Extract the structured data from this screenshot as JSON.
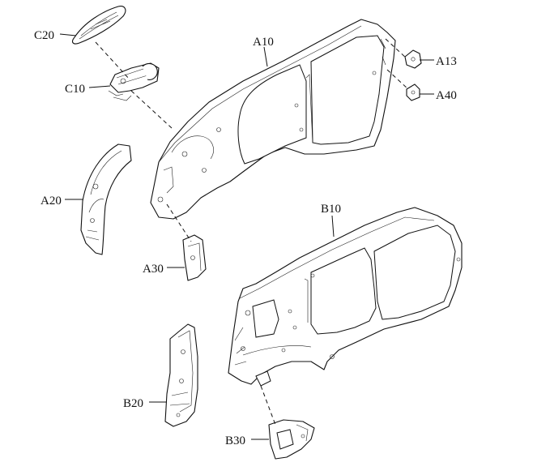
{
  "labels": {
    "c20": "C20",
    "c10": "C10",
    "a10": "A10",
    "a13": "A13",
    "a40": "A40",
    "a20": "A20",
    "a30": "A30",
    "b10": "B10",
    "b20": "B20",
    "b30": "B30"
  },
  "colors": {
    "line": "#111111",
    "background": "#ffffff"
  }
}
